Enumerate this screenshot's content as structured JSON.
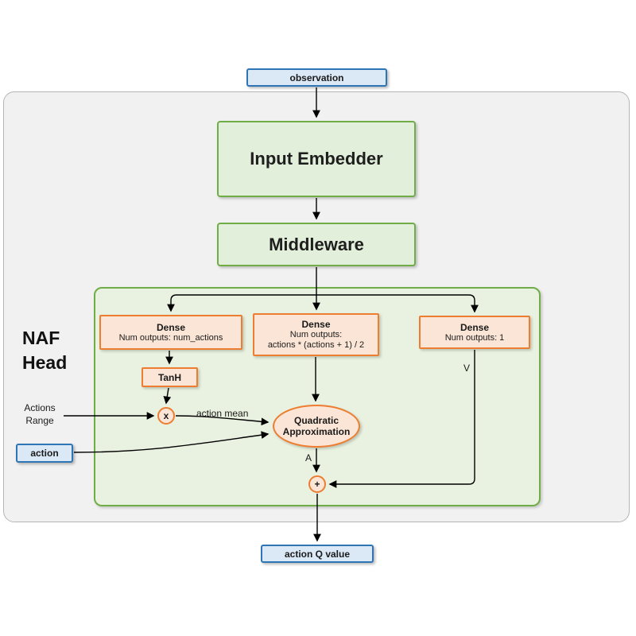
{
  "colors": {
    "blue_fill": "#dbe9f7",
    "blue_border": "#2e75b6",
    "green_fill": "#e2efda",
    "green_container_fill": "#e9f2e0",
    "green_border": "#70ad47",
    "orange_fill": "#fbe5d6",
    "orange_border": "#ed7d31",
    "gray_fill": "#f1f1f1",
    "gray_border": "#b5b5b5",
    "line": "#000000"
  },
  "nodes": {
    "observation": {
      "label": "observation"
    },
    "input_embedder": {
      "label": "Input Embedder"
    },
    "middleware": {
      "label": "Middleware"
    },
    "naf_head": {
      "line1": "NAF",
      "line2": "Head"
    },
    "dense_actions": {
      "title": "Dense",
      "subtitle": "Num outputs: num_actions"
    },
    "dense_matrix": {
      "title": "Dense",
      "subtitle1": "Num outputs:",
      "subtitle2": "actions * (actions + 1) / 2"
    },
    "dense_value": {
      "title": "Dense",
      "subtitle": "Num outputs: 1"
    },
    "tanh": {
      "label": "TanH"
    },
    "multiply": {
      "label": "x"
    },
    "plus": {
      "label": "+"
    },
    "quadratic": {
      "line1": "Quadratic",
      "line2": "Approximation"
    },
    "action": {
      "label": "action"
    },
    "action_q_value": {
      "label": "action Q value"
    }
  },
  "edge_labels": {
    "actions_range_line1": "Actions",
    "actions_range_line2": "Range",
    "action_mean": "action mean",
    "advantage": "A",
    "state_value": "V"
  }
}
